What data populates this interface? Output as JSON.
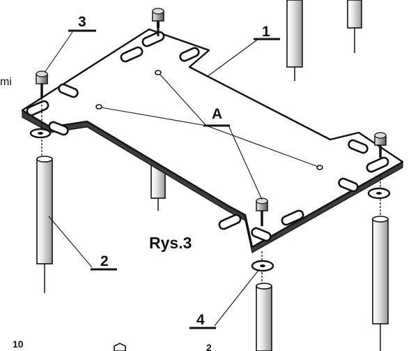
{
  "figure": {
    "caption": "Rys.3",
    "callouts": {
      "plate": "1",
      "leg": "2",
      "bolt": "3",
      "washer": "4",
      "hole_marker": "A"
    },
    "fragments": {
      "left_edge_text": "mi",
      "bottom_left_text": "10",
      "bottom_mid_text": "2"
    }
  }
}
